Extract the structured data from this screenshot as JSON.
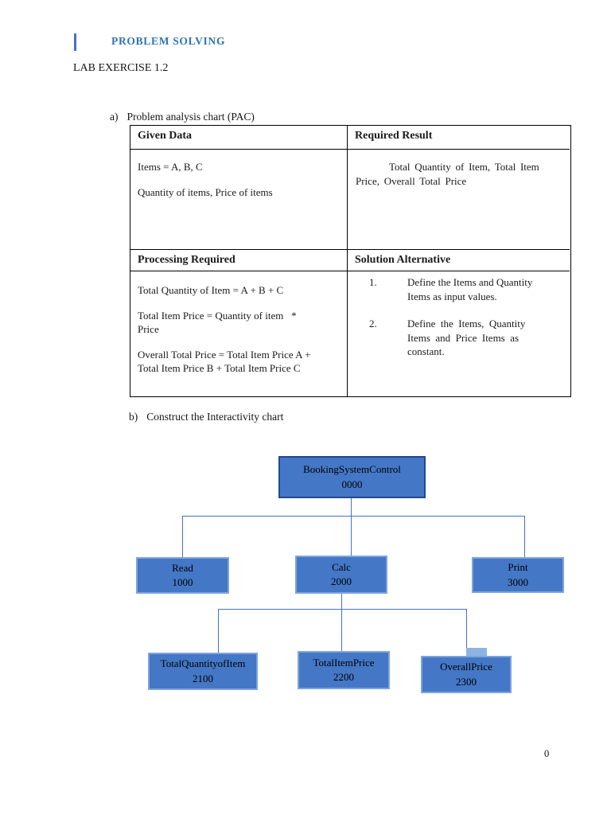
{
  "header": {
    "title": "PROBLEM SOLVING"
  },
  "subtitle": "LAB EXERCISE 1.2",
  "section_a": {
    "label": "a)",
    "title": "Problem analysis chart (PAC)"
  },
  "pac_table": {
    "given_data": {
      "header": "Given Data",
      "para1": "Items = A, B, C",
      "para2": "Quantity of items, Price of items"
    },
    "required_result": {
      "header": "Required Result",
      "text": "Total Quantity of Item, Total Item\nPrice, Overall Total Price"
    },
    "processing_required": {
      "header": "Processing Required",
      "para1": "Total Quantity of Item = A + B + C",
      "para2": "Total Item Price = Quantity of item   *\nPrice",
      "para3": "Overall Total Price = Total Item Price A +\nTotal Item Price B + Total Item Price C"
    },
    "solution_alternative": {
      "header": "Solution Alternative",
      "items": [
        {
          "num": "1.",
          "text": "Define the Items and Quantity\nItems as input values."
        },
        {
          "num": "2.",
          "text": "Define  the  Items,  Quantity\nItems  and  Price  Items  as\nconstant."
        }
      ]
    }
  },
  "section_b": {
    "label": "b)",
    "title": "Construct the Interactivity chart"
  },
  "chart": {
    "type": "hierarchy",
    "root": {
      "name": "BookingSystemControl",
      "code": "0000"
    },
    "level2": [
      {
        "name": "Read",
        "code": "1000"
      },
      {
        "name": "Calc",
        "code": "2000"
      },
      {
        "name": "Print",
        "code": "3000"
      }
    ],
    "level3": [
      {
        "name": "TotalQuantityofItem",
        "code": "2100"
      },
      {
        "name": "TotalItemPrice",
        "code": "2200"
      },
      {
        "name": "OverallPrice",
        "code": "2300"
      }
    ],
    "edges": [
      [
        "0000",
        "1000"
      ],
      [
        "0000",
        "2000"
      ],
      [
        "0000",
        "3000"
      ],
      [
        "2000",
        "2100"
      ],
      [
        "2000",
        "2200"
      ],
      [
        "2000",
        "2300"
      ]
    ]
  },
  "page_number": "0",
  "colors": {
    "heading_blue": "#2E74B5",
    "box_fill": "#4477C6",
    "root_border": "#24478F",
    "child_border": "#7EA4DC",
    "connector_blue": "#4472C4"
  }
}
